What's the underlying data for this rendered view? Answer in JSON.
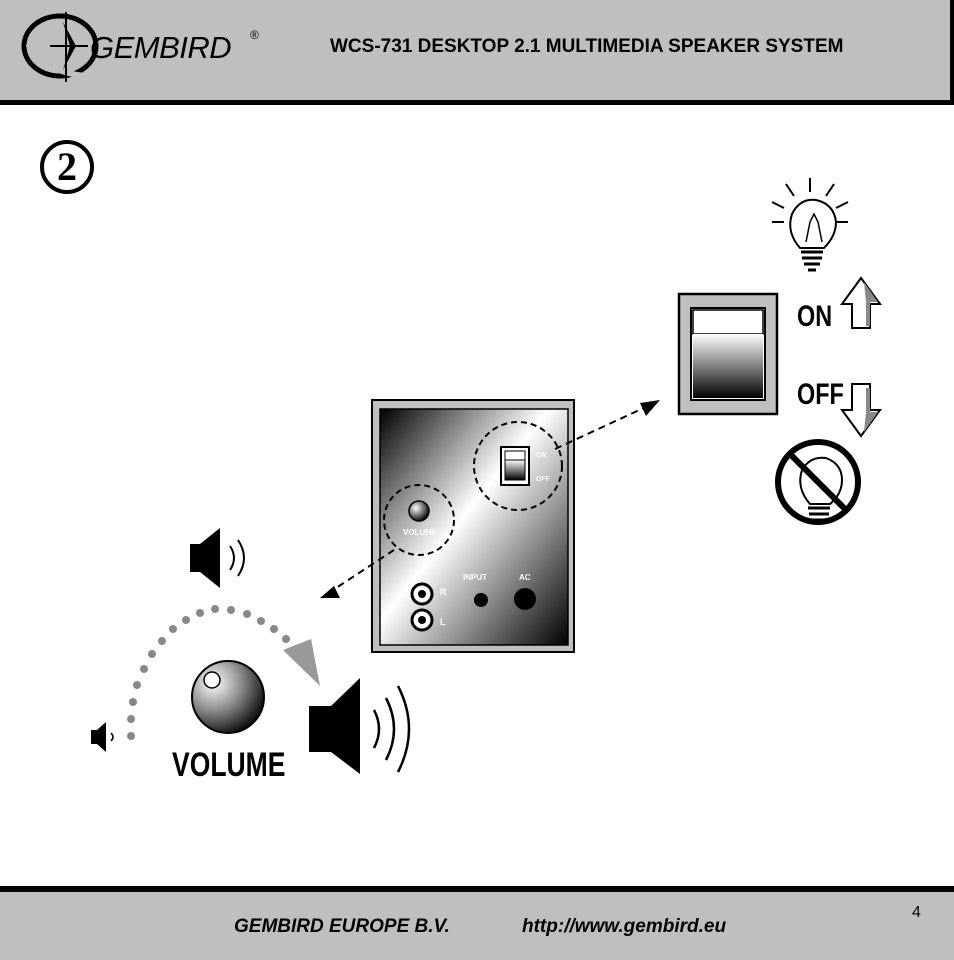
{
  "header": {
    "brand": "GEMBIRD",
    "registered": "®",
    "title": "WCS-731 DESKTOP 2.1 MULTIMEDIA SPEAKER SYSTEM"
  },
  "step": {
    "number": "2"
  },
  "panel": {
    "switch_on": "ON",
    "switch_off": "OFF",
    "volume": "VOLUME",
    "input": "INPUT",
    "ac": "AC",
    "right": "R",
    "left": "L"
  },
  "switch_labels": {
    "on": "ON",
    "off": "OFF"
  },
  "volume_label": "VOLUME",
  "footer": {
    "company": "GEMBIRD EUROPE B.V.",
    "url": "http://www.gembird.eu",
    "page": "4"
  },
  "colors": {
    "header_bg": "#bfbfbf",
    "footer_bg": "#bfbfbf",
    "arrow_grey": "#999999"
  },
  "icons": [
    "gembird-logo",
    "lightbulb-on-icon",
    "lightbulb-off-icon",
    "arrow-up-icon",
    "arrow-down-icon",
    "speaker-low-icon",
    "speaker-high-icon",
    "volume-knob-icon"
  ]
}
